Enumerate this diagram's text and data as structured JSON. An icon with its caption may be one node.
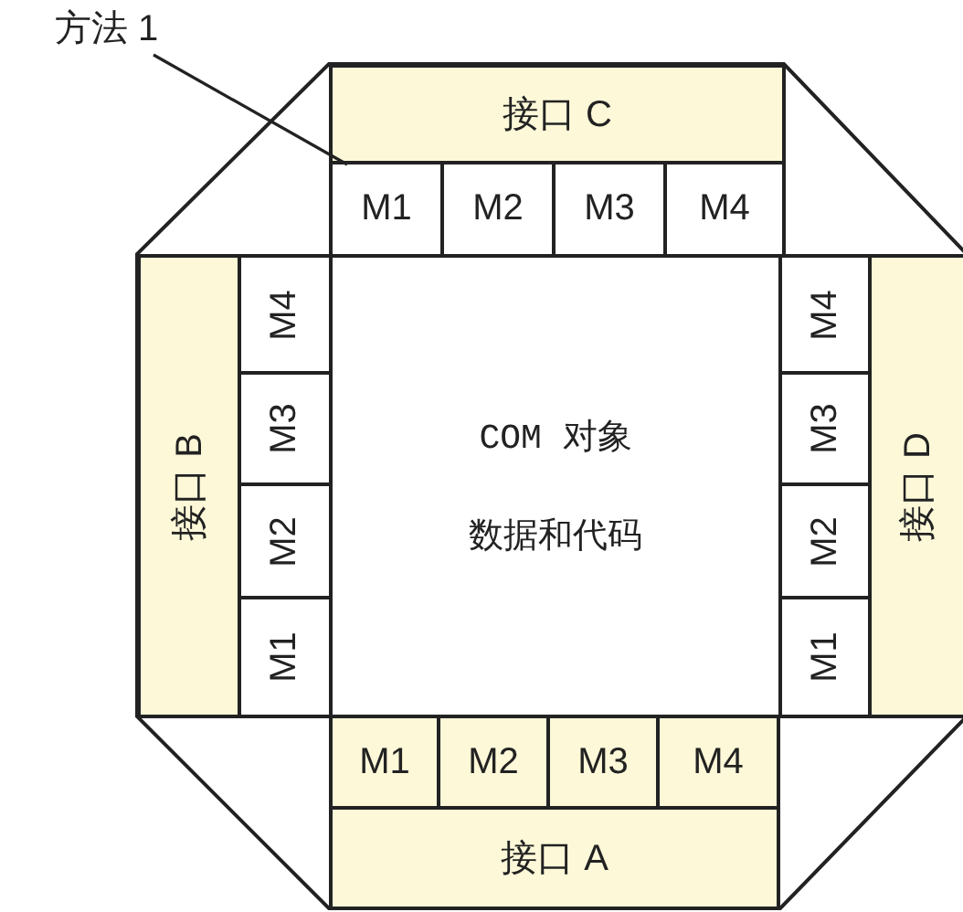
{
  "diagram": {
    "nodes": [
      {
        "text": [
          "方法 1"
        ]
      },
      {
        "text": [
          "接口 C"
        ]
      },
      {
        "text": [
          "M1"
        ]
      },
      {
        "text": [
          "M2"
        ]
      },
      {
        "text": [
          "M3"
        ]
      },
      {
        "text": [
          "M4"
        ]
      },
      {
        "text": [
          "接口 B"
        ]
      },
      {
        "text": [
          "M4"
        ]
      },
      {
        "text": [
          "M3"
        ]
      },
      {
        "text": [
          "M2"
        ]
      },
      {
        "text": [
          "M1"
        ]
      },
      {
        "text": [
          "COM 对象",
          "数据和代码"
        ]
      },
      {
        "text": [
          "M4"
        ]
      },
      {
        "text": [
          "M3"
        ]
      },
      {
        "text": [
          "M2"
        ]
      },
      {
        "text": [
          "M1"
        ]
      },
      {
        "text": [
          "接口 D"
        ]
      },
      {
        "text": [
          "M1"
        ]
      },
      {
        "text": [
          "M2"
        ]
      },
      {
        "text": [
          "M3"
        ]
      },
      {
        "text": [
          "M4"
        ]
      },
      {
        "text": [
          "接口 A"
        ]
      }
    ],
    "edges": [
      {
        "from": 0,
        "to": 2,
        "arrow": "none"
      }
    ]
  }
}
